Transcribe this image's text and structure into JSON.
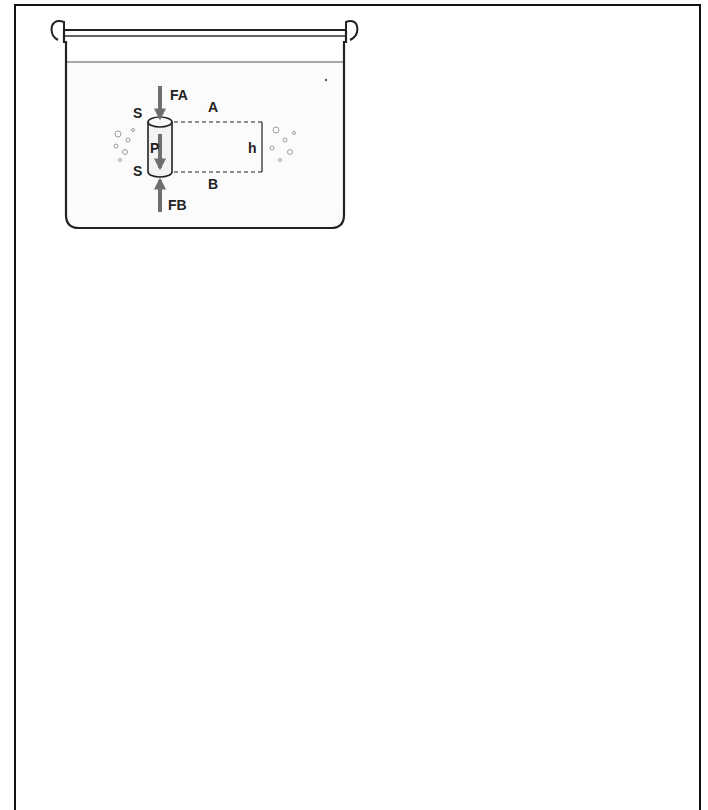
{
  "diagram": {
    "labels": [
      "FA",
      "S",
      "A",
      "P",
      "h",
      "S",
      "B",
      "FB"
    ]
  }
}
